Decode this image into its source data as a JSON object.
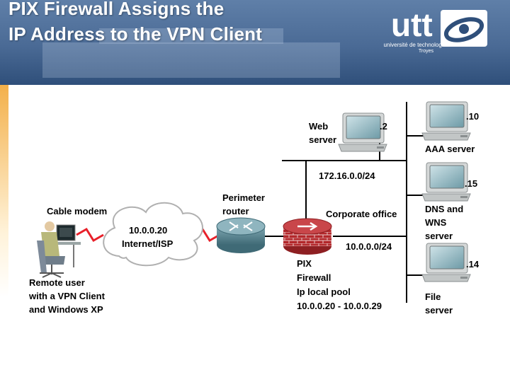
{
  "slide": {
    "title_line1": "PIX Firewall Assigns the",
    "title_line2": "IP Address to the VPN Client"
  },
  "logo": {
    "word": "utt",
    "subtitle": "université de technologie",
    "city": "Troyes"
  },
  "diagram": {
    "cable_modem": "Cable modem",
    "cloud_line1": "10.0.0.20",
    "cloud_line2": "Internet/ISP",
    "remote_user": [
      "Remote user",
      "with a VPN Client",
      "and Windows XP"
    ],
    "router": [
      "Perimeter",
      "router"
    ],
    "firewall": [
      "PIX",
      "Firewall",
      "Ip local pool",
      "10.0.0.20 - 10.0.0.29"
    ],
    "corporate_office": "Corporate office",
    "outside_net": "10.0.0.0/24",
    "inside_net": "172.16.0.0/24",
    "web_server": [
      "Web",
      "server"
    ],
    "web_ip": ".2",
    "aaa_ip": ".10",
    "aaa_server": "AAA server",
    "dns_ip": ".15",
    "dns_server": [
      "DNS and",
      "WNS",
      "server"
    ],
    "file_ip": ".14",
    "file_server": [
      "File",
      "server"
    ]
  }
}
